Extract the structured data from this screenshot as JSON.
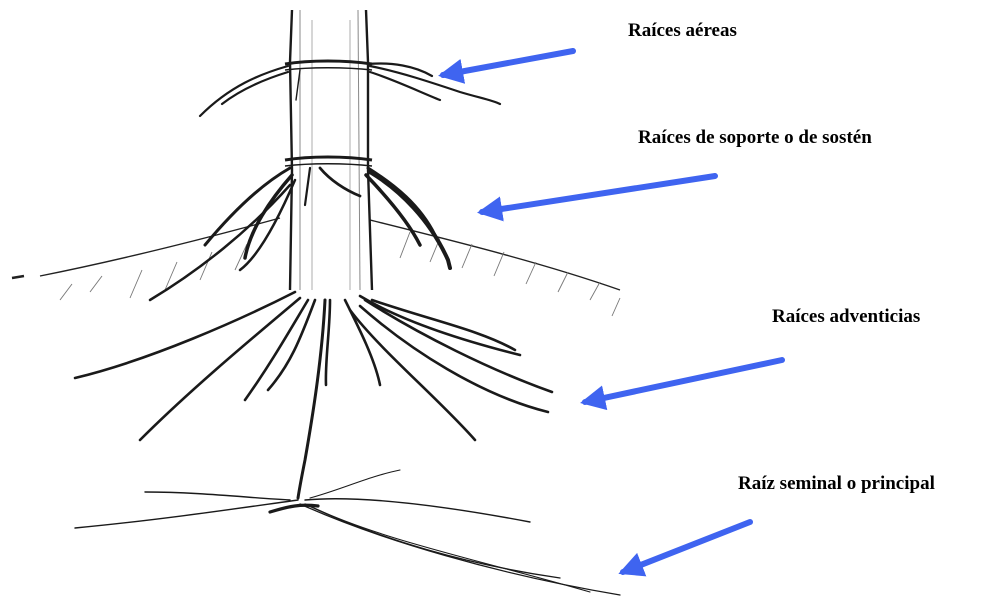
{
  "labels": {
    "aerial_roots": "Raíces aéreas",
    "support_roots": "Raíces de soporte o de sostén",
    "adventitious_roots": "Raíces adventicias",
    "seminal_root": "Raíz seminal o principal"
  },
  "colors": {
    "arrow": "#3f64f0",
    "ink": "#1a1a1a",
    "background": "#ffffff"
  }
}
